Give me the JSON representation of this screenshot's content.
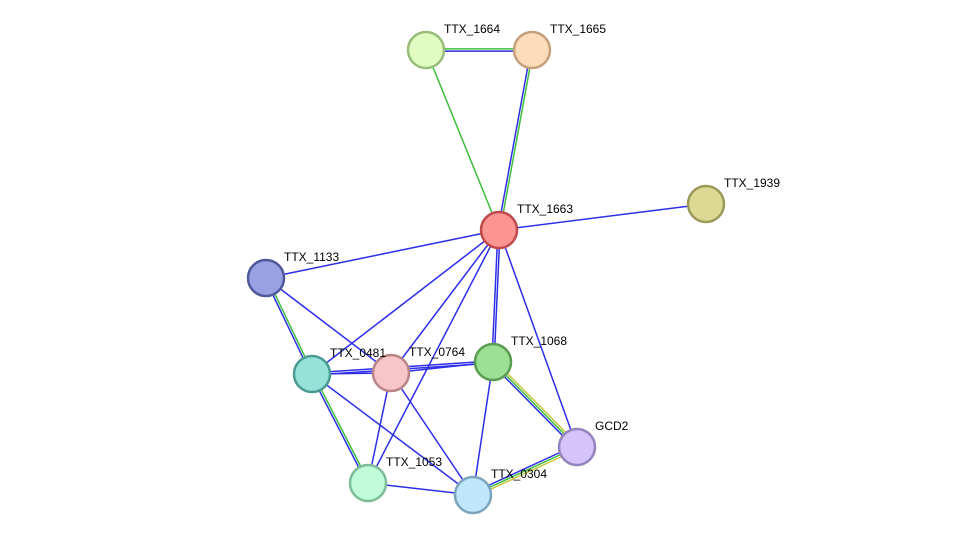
{
  "network": {
    "colors": {
      "coexpression": "#2e2eea",
      "textmining": "#3cbf3c",
      "neighborhood": "#c8c83c",
      "background": "#ffffff"
    },
    "nodes": [
      {
        "id": "TTX_1664",
        "label": "TTX_1664",
        "fill": "#e0fcc0",
        "stroke": "#98bc7a"
      },
      {
        "id": "TTX_1665",
        "label": "TTX_1665",
        "fill": "#fddcba",
        "stroke": "#c4a07c"
      },
      {
        "id": "TTX_1939",
        "label": "TTX_1939",
        "fill": "#dcd994",
        "stroke": "#9c9a58"
      },
      {
        "id": "TTX_1663",
        "label": "TTX_1663",
        "fill": "#fc9494",
        "stroke": "#c04a4a"
      },
      {
        "id": "TTX_1133",
        "label": "TTX_1133",
        "fill": "#98a2e2",
        "stroke": "#50589c"
      },
      {
        "id": "TTX_0481",
        "label": "TTX_0481",
        "fill": "#94e2d8",
        "stroke": "#4a9c92"
      },
      {
        "id": "TTX_0764",
        "label": "TTX_0764",
        "fill": "#f8c6c8",
        "stroke": "#b88486"
      },
      {
        "id": "TTX_1068",
        "label": "TTX_1068",
        "fill": "#9ce094",
        "stroke": "#5a9c52"
      },
      {
        "id": "GCD2",
        "label": "GCD2",
        "fill": "#d4c4fc",
        "stroke": "#9484bc"
      },
      {
        "id": "TTX_1053",
        "label": "TTX_1053",
        "fill": "#c0fcd8",
        "stroke": "#7cbc98"
      },
      {
        "id": "TTX_0304",
        "label": "TTX_0304",
        "fill": "#c0e6fc",
        "stroke": "#7ca4bc"
      }
    ],
    "edges": [
      {
        "source": "TTX_1664",
        "target": "TTX_1665",
        "types": [
          "textmining",
          "coexpression"
        ]
      },
      {
        "source": "TTX_1664",
        "target": "TTX_1663",
        "types": [
          "textmining"
        ]
      },
      {
        "source": "TTX_1665",
        "target": "TTX_1663",
        "types": [
          "textmining",
          "coexpression"
        ]
      },
      {
        "source": "TTX_1663",
        "target": "TTX_1939",
        "types": [
          "coexpression"
        ]
      },
      {
        "source": "TTX_1663",
        "target": "TTX_1133",
        "types": [
          "coexpression"
        ]
      },
      {
        "source": "TTX_1663",
        "target": "TTX_0481",
        "types": [
          "coexpression"
        ]
      },
      {
        "source": "TTX_1663",
        "target": "TTX_0764",
        "types": [
          "coexpression"
        ]
      },
      {
        "source": "TTX_1663",
        "target": "TTX_1068",
        "types": [
          "coexpression",
          "coexpression"
        ]
      },
      {
        "source": "TTX_1663",
        "target": "GCD2",
        "types": [
          "coexpression"
        ]
      },
      {
        "source": "TTX_1663",
        "target": "TTX_1053",
        "types": [
          "coexpression"
        ]
      },
      {
        "source": "TTX_1133",
        "target": "TTX_0481",
        "types": [
          "textmining",
          "coexpression"
        ]
      },
      {
        "source": "TTX_1133",
        "target": "TTX_0764",
        "types": [
          "coexpression"
        ]
      },
      {
        "source": "TTX_0481",
        "target": "TTX_0764",
        "types": [
          "coexpression"
        ]
      },
      {
        "source": "TTX_0481",
        "target": "TTX_1068",
        "types": [
          "coexpression",
          "coexpression"
        ]
      },
      {
        "source": "TTX_0481",
        "target": "TTX_1053",
        "types": [
          "textmining",
          "coexpression"
        ]
      },
      {
        "source": "TTX_0481",
        "target": "TTX_0304",
        "types": [
          "coexpression"
        ]
      },
      {
        "source": "TTX_0764",
        "target": "TTX_1068",
        "types": [
          "coexpression"
        ]
      },
      {
        "source": "TTX_0764",
        "target": "TTX_1053",
        "types": [
          "coexpression"
        ]
      },
      {
        "source": "TTX_0764",
        "target": "TTX_0304",
        "types": [
          "coexpression"
        ]
      },
      {
        "source": "TTX_1068",
        "target": "GCD2",
        "types": [
          "neighborhood",
          "textmining",
          "coexpression"
        ]
      },
      {
        "source": "TTX_1068",
        "target": "TTX_0304",
        "types": [
          "coexpression"
        ]
      },
      {
        "source": "GCD2",
        "target": "TTX_0304",
        "types": [
          "neighborhood",
          "textmining",
          "coexpression"
        ]
      },
      {
        "source": "TTX_1053",
        "target": "TTX_0304",
        "types": [
          "coexpression"
        ]
      }
    ]
  }
}
